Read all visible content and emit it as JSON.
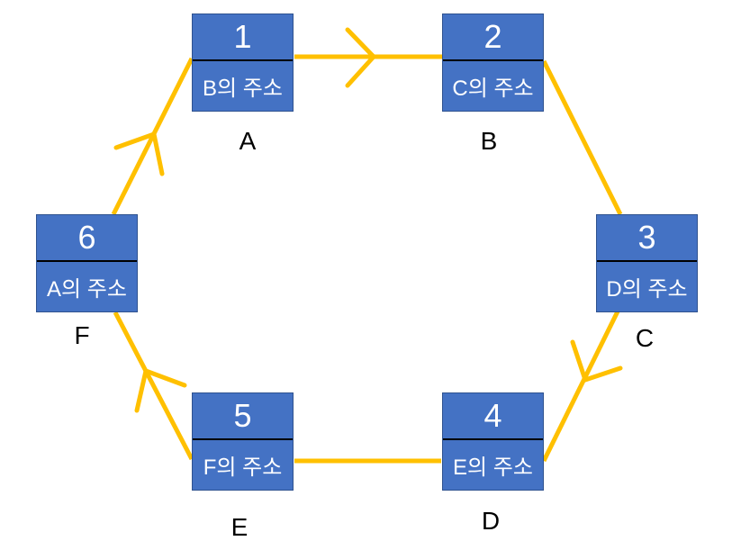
{
  "diagram": {
    "description": "circular singly linked list of six nodes drawn as a hexagon cycle",
    "colors": {
      "background": "#FFFFFF",
      "node_fill": "#4472C4",
      "node_border": "#2F528F",
      "divider": "#000000",
      "connector": "#FFC000",
      "node_text": "#FFFFFF",
      "label_text": "#000000"
    },
    "nodes": [
      {
        "label": "A",
        "number": "1",
        "pointer": "B의 주소"
      },
      {
        "label": "B",
        "number": "2",
        "pointer": "C의 주소"
      },
      {
        "label": "C",
        "number": "3",
        "pointer": "D의 주소"
      },
      {
        "label": "D",
        "number": "4",
        "pointer": "E의 주소"
      },
      {
        "label": "E",
        "number": "5",
        "pointer": "F의 주소"
      },
      {
        "label": "F",
        "number": "6",
        "pointer": "A의 주소"
      }
    ],
    "edges": [
      {
        "from": "A",
        "to": "B",
        "arrowhead": true
      },
      {
        "from": "B",
        "to": "C",
        "arrowhead": false
      },
      {
        "from": "C",
        "to": "D",
        "arrowhead": true
      },
      {
        "from": "D",
        "to": "E",
        "arrowhead": false
      },
      {
        "from": "E",
        "to": "F",
        "arrowhead": true
      },
      {
        "from": "F",
        "to": "A",
        "arrowhead": true
      }
    ]
  }
}
